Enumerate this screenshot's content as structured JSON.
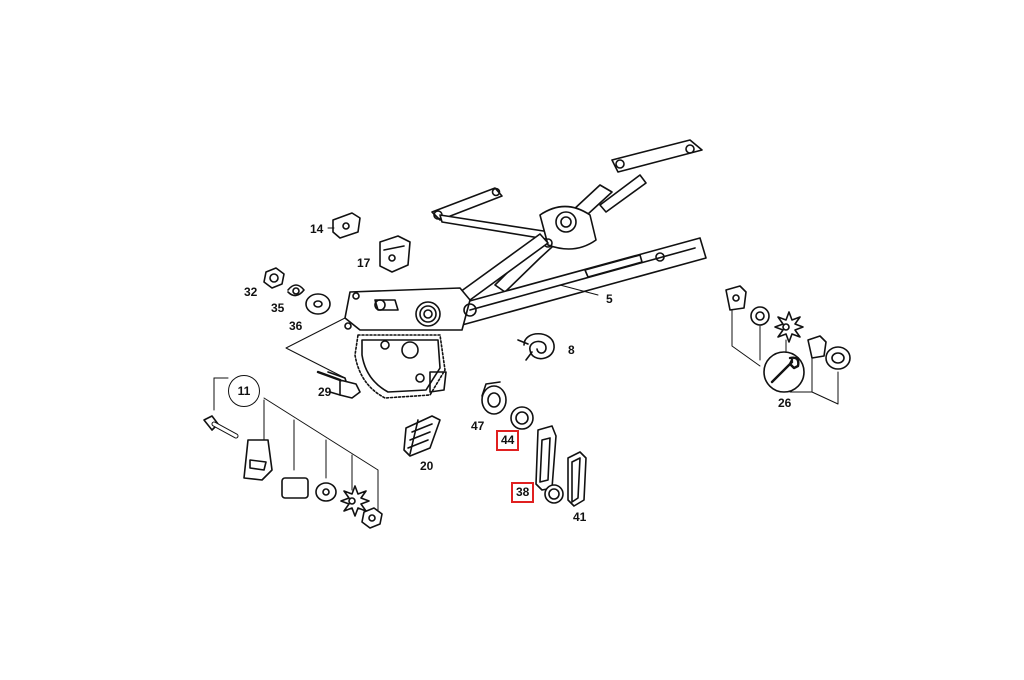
{
  "diagram": {
    "labels": {
      "p5": "5",
      "p8": "8",
      "p11": "11",
      "p14": "14",
      "p17": "17",
      "p20": "20",
      "p26": "26",
      "p29": "29",
      "p32": "32",
      "p35": "35",
      "p36": "36",
      "p38": "38",
      "p41": "41",
      "p44": "44",
      "p47": "47"
    },
    "highlighted_parts": [
      "44",
      "38"
    ],
    "colors": {
      "highlight": "#e02020",
      "line": "#111111",
      "background": "#ffffff"
    }
  }
}
